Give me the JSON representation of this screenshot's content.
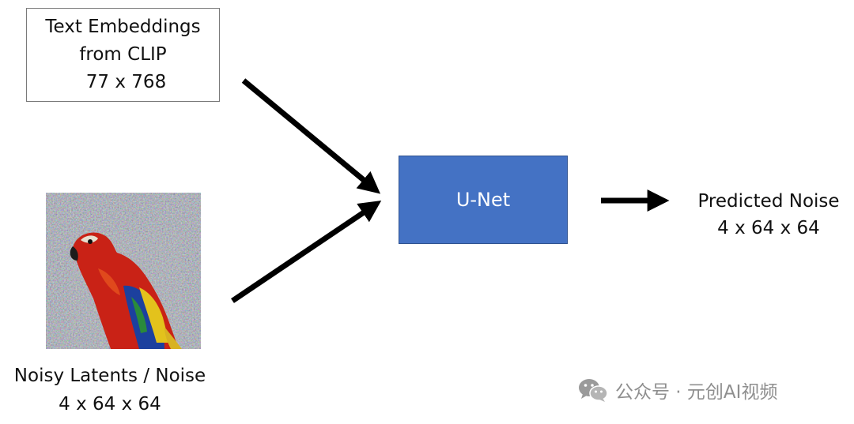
{
  "input_text": {
    "line1": "Text Embeddings",
    "line2": "from CLIP",
    "line3": "77 x 768"
  },
  "unet": {
    "label": "U-Net"
  },
  "output": {
    "line1": "Predicted Noise",
    "line2": "4 x 64 x 64"
  },
  "input_latent": {
    "line1": "Noisy Latents / Noise",
    "line2": "4 x 64 x 64",
    "image_subject": "noisy parrot image"
  },
  "watermark": {
    "icon": "wechat-icon",
    "text": "公众号 · 元创AI视频"
  },
  "colors": {
    "unet_fill": "#4472c4",
    "arrow": "#000000",
    "box_border": "#7a7a7a",
    "watermark": "#8f8f8f"
  }
}
